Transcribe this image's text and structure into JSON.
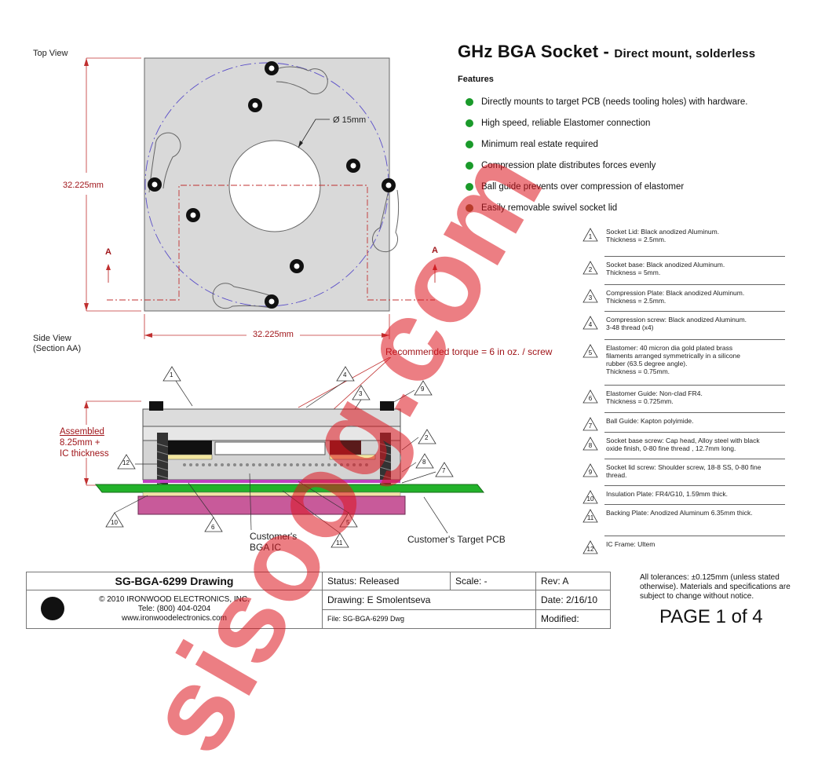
{
  "title": {
    "main": "GHz BGA Socket - ",
    "sub": "Direct mount, solderless"
  },
  "features": {
    "heading": "Features",
    "items": [
      {
        "text": "Directly mounts to target PCB (needs tooling holes) with hardware.",
        "color": "#1a9a2a"
      },
      {
        "text": "High speed, reliable Elastomer connection",
        "color": "#1a9a2a"
      },
      {
        "text": "Minimum real estate required",
        "color": "#1a9a2a"
      },
      {
        "text": "Compression plate distributes forces evenly",
        "color": "#1a9a2a"
      },
      {
        "text": "Ball guide prevents over compression of elastomer",
        "color": "#1a9a2a"
      },
      {
        "text": "Easily removable swivel socket lid",
        "color": "#8a6a3a"
      }
    ]
  },
  "top_view": {
    "label": "Top View",
    "height_dim": "32.225mm",
    "width_dim": "32.225mm",
    "diameter": "Ø 15mm",
    "section_left": "A",
    "section_right": "A"
  },
  "side_view": {
    "label_line1": "Side View",
    "label_line2": "(Section AA)",
    "torque": "Recommended torque = 6 in oz. / screw",
    "assembled_line1": "Assembled",
    "assembled_line2": "8.25mm +",
    "assembled_line3": "IC thickness",
    "customer_ic_line1": "Customer's",
    "customer_ic_line2": "BGA IC",
    "customer_pcb": "Customer's Target PCB",
    "callouts": [
      "1",
      "4",
      "3",
      "9",
      "2",
      "8",
      "7",
      "12",
      "6",
      "5",
      "11",
      "10"
    ]
  },
  "notes": [
    {
      "num": "1",
      "text": "Socket Lid: Black anodized Aluminum.\nThickness = 2.5mm."
    },
    {
      "num": "2",
      "text": "Socket base: Black anodized Aluminum.\nThickness = 5mm."
    },
    {
      "num": "3",
      "text": "Compression Plate: Black anodized Aluminum.\nThickness = 2.5mm."
    },
    {
      "num": "4",
      "text": "Compression screw: Black anodized Aluminum.\n3-48 thread (x4)"
    },
    {
      "num": "5",
      "text": "Elastomer: 40 micron dia gold plated brass\nfilaments arranged symmetrically in a silicone\nrubber (63.5 degree angle).\nThickness = 0.75mm."
    },
    {
      "num": "6",
      "text": "Elastomer Guide: Non-clad FR4.\nThickness = 0.725mm."
    },
    {
      "num": "7",
      "text": "Ball Guide: Kapton polyimide."
    },
    {
      "num": "8",
      "text": "Socket base screw: Cap head, Alloy steel with black\noxide finish, 0-80 fine thread , 12.7mm long."
    },
    {
      "num": "9",
      "text": "Socket lid screw: Shoulder screw, 18-8 SS, 0-80 fine\nthread."
    },
    {
      "num": "10",
      "text": "Insulation Plate:  FR4/G10, 1.59mm thick."
    },
    {
      "num": "11",
      "text": "Backing Plate: Anodized Aluminum 6.35mm thick."
    },
    {
      "num": "12",
      "text": "IC Frame: Ultem"
    }
  ],
  "title_block": {
    "drawing": "SG-BGA-6299 Drawing",
    "status": "Status: Released",
    "scale": "Scale: -",
    "rev": "Rev: A",
    "company": "© 2010 IRONWOOD ELECTRONICS, INC.",
    "tele": "Tele: (800) 404-0204",
    "web": "www.ironwoodelectronics.com",
    "drawn_by": "Drawing: E Smolentseva",
    "date": "Date: 2/16/10",
    "file": "File: SG-BGA-6299 Dwg",
    "modified": "Modified:",
    "tolerances": "All tolerances: ±0.125mm (unless stated otherwise).  Materials and specifications are subject to change without notice.",
    "page": "PAGE 1 of 4"
  },
  "watermark": "sisoog.com"
}
